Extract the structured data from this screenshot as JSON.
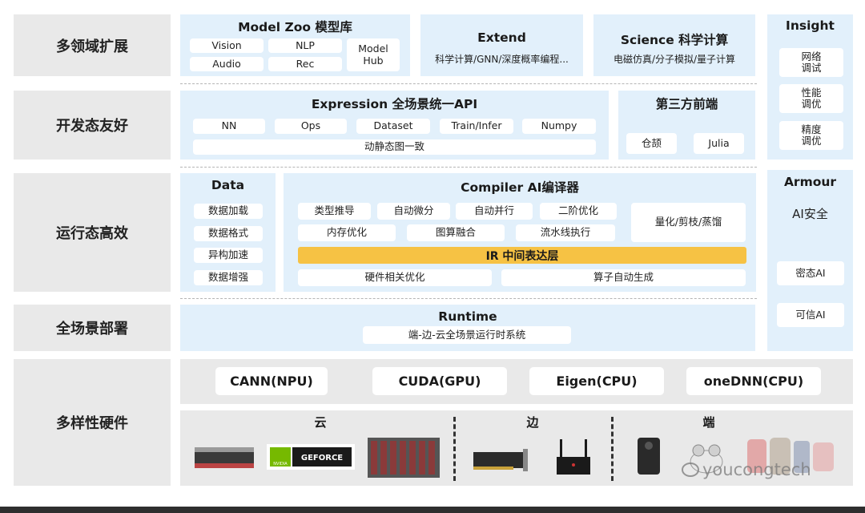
{
  "rows": {
    "multi_domain": "多领域扩展",
    "dev_friendly": "开发态友好",
    "runtime_efficient": "运行态高效",
    "deploy_all": "全场景部署",
    "hardware": "多样性硬件"
  },
  "model_zoo": {
    "title": "Model Zoo 模型库",
    "items": [
      "Vision",
      "NLP",
      "Audio",
      "Rec"
    ],
    "hub": "Model\nHub"
  },
  "extend": {
    "title": "Extend",
    "subtitle": "科学计算/GNN/深度概率编程..."
  },
  "science": {
    "title": "Science 科学计算",
    "subtitle": "电磁仿真/分子模拟/量子计算"
  },
  "expression": {
    "title": "Expression 全场景统一API",
    "items": [
      "NN",
      "Ops",
      "Dataset",
      "Train/Infer",
      "Numpy"
    ],
    "dynamic": "动静态图一致"
  },
  "frontend": {
    "title": "第三方前端",
    "items": [
      "仓颉",
      "Julia"
    ]
  },
  "data": {
    "title": "Data",
    "items": [
      "数据加载",
      "数据格式",
      "异构加速",
      "数据增强"
    ]
  },
  "compiler": {
    "title": "Compiler AI编译器",
    "row1": [
      "类型推导",
      "自动微分",
      "自动并行",
      "二阶优化"
    ],
    "row2": [
      "内存优化",
      "图算融合",
      "流水线执行"
    ],
    "quant": "量化/剪枝/蒸馏",
    "ir": "IR 中间表达层",
    "row3": [
      "硬件相关优化",
      "算子自动生成"
    ]
  },
  "runtime": {
    "title": "Runtime",
    "subtitle": "端-边-云全场景运行时系统"
  },
  "insight": {
    "title": "Insight",
    "items": [
      "网络\n调试",
      "性能\n调优",
      "精度\n调优"
    ]
  },
  "armour": {
    "title": "Armour",
    "subtitle": "AI安全",
    "items": [
      "密态AI",
      "可信AI"
    ]
  },
  "backends": [
    "CANN(NPU)",
    "CUDA(GPU)",
    "Eigen(CPU)",
    "oneDNN(CPU)"
  ],
  "devices": {
    "cloud": "云",
    "edge": "边",
    "end": "端"
  },
  "gpu_card_text": "GEFORCE",
  "nvidia_text": "NVIDIA",
  "watermark": "youcongtech",
  "colors": {
    "light_blue": "#e2f0fb",
    "gray": "#e9e9e9",
    "ir_yellow": "#f6c244"
  }
}
